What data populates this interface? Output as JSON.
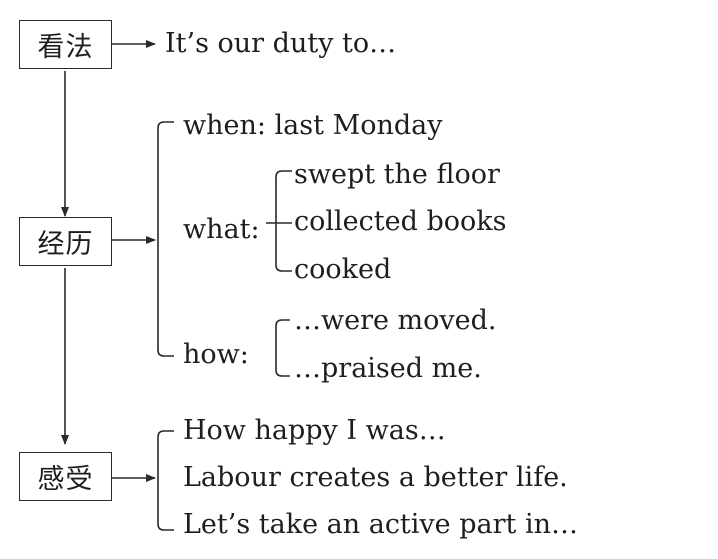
{
  "boxes": {
    "opinion": "看法",
    "experience": "经历",
    "feeling": "感受"
  },
  "opinion_text": "It’s our duty to…",
  "experience": {
    "when": "when: last Monday",
    "what_label": "what:",
    "what_items": [
      "swept the floor",
      "collected books",
      "cooked"
    ],
    "how_label": "how:",
    "how_items": [
      "…were moved.",
      "…praised me."
    ]
  },
  "feeling_items": [
    "How happy I was…",
    "Labour creates a better life.",
    "Let’s take an active part in…"
  ]
}
